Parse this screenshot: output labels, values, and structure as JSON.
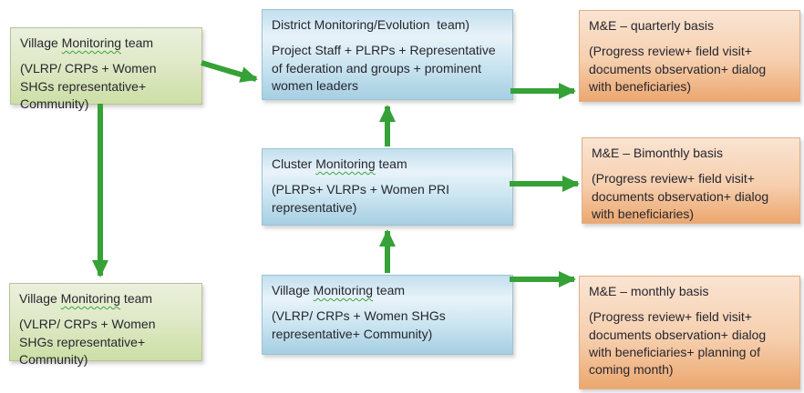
{
  "palette": {
    "arrow_green": "#35a136",
    "green_box_gradient": [
      "#eaf0dc",
      "#cddfa6"
    ],
    "blue_box_gradient": [
      "#c3dfee",
      "#a6cfe2"
    ],
    "orange_box_gradient": [
      "#fae4d2",
      "#eca76f"
    ],
    "text": "#26262e"
  },
  "boxes": {
    "village_left_top": {
      "title_pre": "Village ",
      "title_wavy": "Monitoring",
      "title_post": " team",
      "body": "(VLRP/ CRPs + Women SHGs representative+ Community)"
    },
    "village_left_bottom": {
      "title_pre": "Village ",
      "title_wavy": "Monitoring",
      "title_post": " team",
      "body": "(VLRP/ CRPs + Women SHGs representative+ Community)"
    },
    "district": {
      "title_pre": "District Monitoring/Evolution  team)",
      "title_wavy": "",
      "title_post": "",
      "body": "Project Staff + PLRPs + Representative of federation and groups + prominent women leaders"
    },
    "cluster": {
      "title_pre": "Cluster ",
      "title_wavy": "Monitoring",
      "title_post": " team",
      "body": "(PLRPs+ VLRPs + Women PRI representative)"
    },
    "village_center": {
      "title_pre": "Village ",
      "title_wavy": "Monitoring",
      "title_post": " team",
      "body": "(VLRP/ CRPs + Women SHGs representative+ Community)"
    },
    "me_quarterly": {
      "title_pre": "M&E – quarterly basis",
      "title_wavy": "",
      "title_post": "",
      "body": "(Progress review+ field visit+ documents observation+ dialog with beneficiaries)"
    },
    "me_bimonthly": {
      "title_pre": "M&E – Bimonthly basis",
      "title_wavy": "",
      "title_post": "",
      "body": "(Progress review+ field visit+ documents observation+ dialog with beneficiaries)"
    },
    "me_monthly": {
      "title_pre": "M&E – monthly basis",
      "title_wavy": "",
      "title_post": "",
      "body": "(Progress review+ field visit+ documents observation+ dialog with beneficiaries+ planning of coming month)"
    }
  }
}
